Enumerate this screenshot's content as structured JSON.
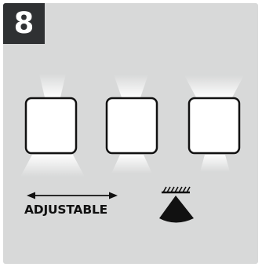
{
  "step": {
    "number": "8"
  },
  "fixtures": [
    {
      "name": "light-1"
    },
    {
      "name": "light-2"
    },
    {
      "name": "light-3"
    }
  ],
  "caption": {
    "label": "ADJUSTABLE"
  },
  "icons": {
    "arrow": "double-headed-arrow-icon",
    "angle": "beam-angle-icon"
  },
  "colors": {
    "background": "#d8d9d9",
    "badge": "#2f3133",
    "fixture_fill": "#ffffff",
    "fixture_stroke": "#111111",
    "glow": "#ffffff"
  }
}
